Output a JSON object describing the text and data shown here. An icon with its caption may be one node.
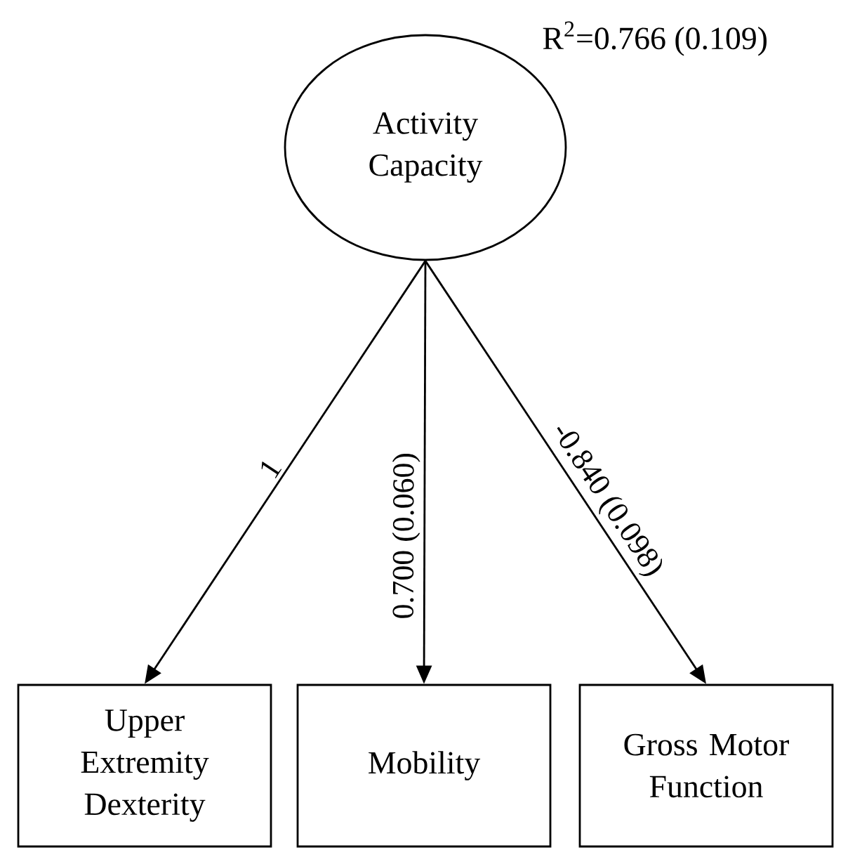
{
  "diagram": {
    "nodes": [
      {
        "text": [
          "Activity Capacity"
        ],
        "beside": [
          "R$^{2}$=0.766 (0.109)"
        ]
      },
      {
        "text": [
          "Upper Extremity Dexterity"
        ]
      },
      {
        "text": [
          "Mobility"
        ]
      },
      {
        "text": [
          "Gross Motor Function"
        ]
      }
    ],
    "edges": [
      {
        "from": 0,
        "to": 1,
        "arrow": "to",
        "label": "1"
      },
      {
        "from": 0,
        "to": 2,
        "arrow": "to",
        "label": "0.700 (0.060)"
      },
      {
        "from": 0,
        "to": 3,
        "arrow": "to",
        "label": "-0.840 (0.098)"
      }
    ]
  }
}
